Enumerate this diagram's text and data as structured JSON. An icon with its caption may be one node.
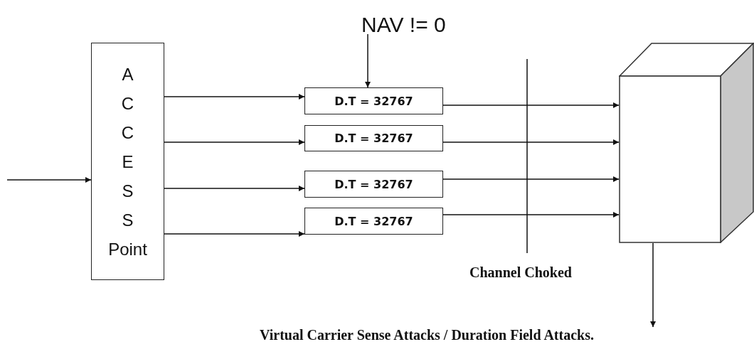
{
  "diagram": {
    "nodes": [
      {
        "text": [
          "A C C E S S Point"
        ]
      },
      {
        "text": [
          "D.T = 32767"
        ]
      },
      {
        "text": [
          "D.T = 32767"
        ]
      },
      {
        "text": [
          "D.T = 32767"
        ]
      },
      {
        "text": [
          "D.T = 32767"
        ]
      },
      {
        "text": [
          "NAV != 0"
        ]
      },
      {
        "text": [],
        "shape": "cube"
      },
      {
        "text": [
          "Virtual Carrier Sense Attacks / Duration Field Attacks."
        ]
      }
    ],
    "edges": [
      {
        "from": null,
        "to": 0,
        "arrow": "to"
      },
      {
        "from": 0,
        "to": 1,
        "arrow": "to"
      },
      {
        "from": 0,
        "to": 2,
        "arrow": "to"
      },
      {
        "from": 0,
        "to": 3,
        "arrow": "to"
      },
      {
        "from": 0,
        "to": 4,
        "arrow": "to"
      },
      {
        "from": 5,
        "to": 1,
        "arrow": "to"
      },
      {
        "from": 1,
        "to": 6,
        "arrow": "to"
      },
      {
        "from": 2,
        "to": 6,
        "arrow": "to"
      },
      {
        "from": 3,
        "to": 6,
        "arrow": "to"
      },
      {
        "from": 4,
        "to": 6,
        "arrow": "to"
      },
      {
        "from": 6,
        "to": 7,
        "arrow": "to"
      }
    ],
    "labels": [
      "Channel Choked"
    ]
  }
}
